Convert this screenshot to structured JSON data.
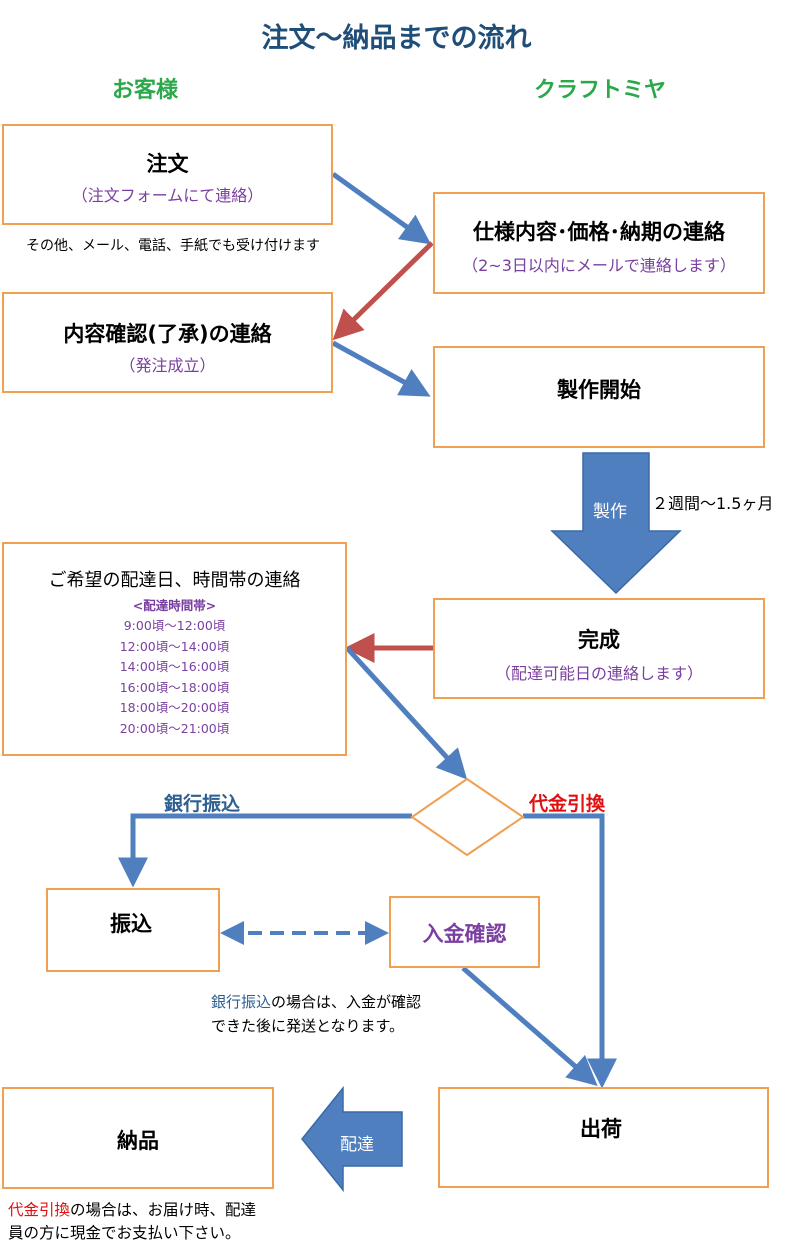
{
  "title": "注文～納品までの流れ",
  "columns": {
    "customer": "お客様",
    "company": "クラフトミヤ"
  },
  "order": {
    "title": "注文",
    "sub": "（注文フォームにて連絡）"
  },
  "order_note": "その他、メール、電話、手紙でも受け付けます",
  "spec": {
    "title": "仕様内容･価格･納期の連絡",
    "sub": "（2~3日以内にメールで連絡します）"
  },
  "confirm": {
    "title": "内容確認(了承)の連絡",
    "sub": "（発注成立）"
  },
  "production_start": {
    "title": "製作開始"
  },
  "production_arrow": {
    "label": "製作",
    "duration": "２週間～1.5ヶ月"
  },
  "complete": {
    "title": "完成",
    "sub": "（配達可能日の連絡します）"
  },
  "delivery_request": {
    "title": "ご希望の配達日、時間帯の連絡",
    "slots_header": "<配達時間帯>",
    "slots": [
      "9:00頃～12:00頃",
      "12:00頃～14:00頃",
      "14:00頃～16:00頃",
      "16:00頃～18:00頃",
      "18:00頃～20:00頃",
      "20:00頃～21:00頃"
    ]
  },
  "branch": {
    "left": "銀行振込",
    "right": "代金引換"
  },
  "transfer": {
    "title": "振込"
  },
  "payment_confirm": {
    "title": "入金確認"
  },
  "transfer_note": {
    "highlight": "銀行振込",
    "rest_line1": "の場合は、入金が確認",
    "line2": "できた後に発送となります。"
  },
  "shipping": {
    "title": "出荷"
  },
  "delivery_arrow": {
    "label": "配達"
  },
  "delivered": {
    "title": "納品"
  },
  "cod_note": {
    "highlight": "代金引換",
    "rest_line1": "の場合は、お届け時、配達",
    "line2": "員の方に現金でお支払い下さい。"
  },
  "colors": {
    "box_border": "#f0a050",
    "arrow_blue": "#4f7fbf",
    "arrow_red": "#c0504d",
    "title": "#1f4e79",
    "column_head": "#2aa84a",
    "sub_text": "#7a3fa0",
    "cod_red": "#e01010"
  }
}
